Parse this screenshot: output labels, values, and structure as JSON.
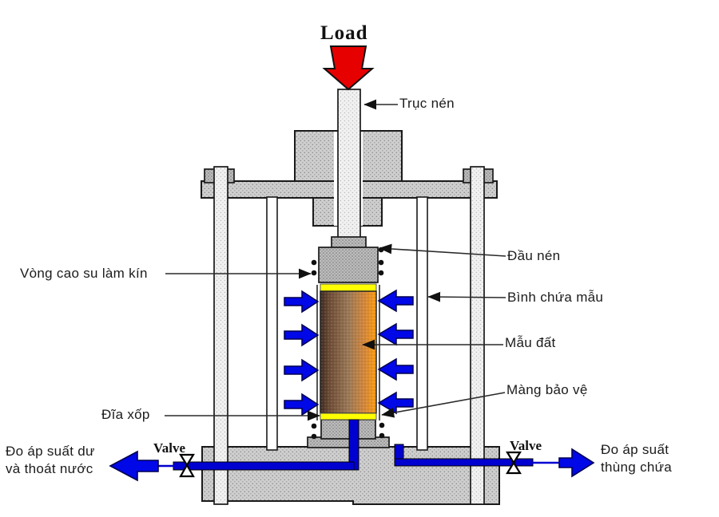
{
  "diagram": {
    "load_label": "Load",
    "shaft_label": "Trục nén",
    "oring_label": "Vòng cao su làm kín",
    "cap_label": "Đầu nén",
    "cell_label": "Bình chứa mẫu",
    "soil_label": "Mẫu đất",
    "membrane_label": "Màng bảo vệ",
    "porous_disc_label": "Đĩa xốp",
    "valve_left_label": "Valve",
    "valve_right_label": "Valve",
    "outlet_left_line1": "Đo áp suất dư",
    "outlet_left_line2": "và thoát nước",
    "outlet_right_line1": "Đo áp suất",
    "outlet_right_line2": "thùng chứa"
  },
  "colors": {
    "load_arrow": "#e60000",
    "pressure_arrow": "#0008e8",
    "pipe_blue": "#0000d0",
    "porous_disc": "#ffff00",
    "soil_1": "#3d2b22",
    "soil_2": "#6b4a34",
    "soil_3": "#9a7856",
    "soil_4": "#d3863a",
    "soil_5": "#fb9b10",
    "metal_gray": "#cfcfcf",
    "metal_dark": "#bdbdbd",
    "rod_light": "#f2f2f2",
    "label_text": "#1b1b1b"
  }
}
